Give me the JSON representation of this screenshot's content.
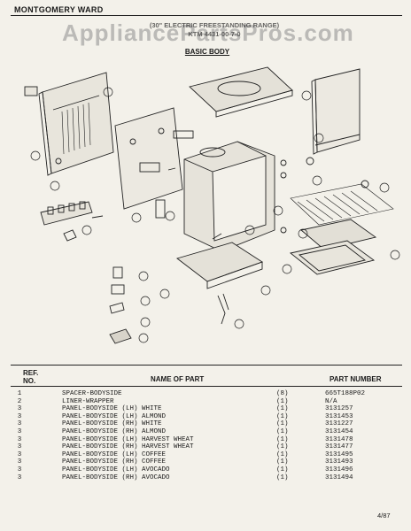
{
  "header": {
    "brand": "MONTGOMERY WARD",
    "watermark": "AppliancePartsPros.com",
    "subtitle_line1": "(30\" ELECTRIC FREESTANDING RANGE)",
    "subtitle_line2": "KTM 4431-00-7-0",
    "section_title": "BASIC BODY"
  },
  "table": {
    "col_ref_line1": "REF.",
    "col_ref_line2": "NO.",
    "col_name": "NAME OF PART",
    "col_part": "PART NUMBER",
    "rows": [
      {
        "ref": "1",
        "name": "SPACER-BODYSIDE",
        "qty": "(8)",
        "part": "665T188P02"
      },
      {
        "ref": "2",
        "name": "LINER-WRAPPER",
        "qty": "(1)",
        "part": "N/A"
      },
      {
        "ref": "3",
        "name": "PANEL-BODYSIDE (LH) WHITE",
        "qty": "(1)",
        "part": "3131257"
      },
      {
        "ref": "3",
        "name": "PANEL-BODYSIDE (LH) ALMOND",
        "qty": "(1)",
        "part": "3131453"
      },
      {
        "ref": "3",
        "name": "PANEL-BODYSIDE (RH) WHITE",
        "qty": "(1)",
        "part": "3131227"
      },
      {
        "ref": "3",
        "name": "PANEL-BODYSIDE (RH) ALMOND",
        "qty": "(1)",
        "part": "3131454"
      },
      {
        "ref": "3",
        "name": "PANEL-BODYSIDE (LH) HARVEST WHEAT",
        "qty": "(1)",
        "part": "3131478"
      },
      {
        "ref": "3",
        "name": "PANEL-BODYSIDE (RH) HARVEST WHEAT",
        "qty": "(1)",
        "part": "3131477"
      },
      {
        "ref": "3",
        "name": "PANEL-BODYSIDE (LH) COFFEE",
        "qty": "(1)",
        "part": "3131495"
      },
      {
        "ref": "3",
        "name": "PANEL-BODYSIDE (RH) COFFEE",
        "qty": "(1)",
        "part": "3131493"
      },
      {
        "ref": "3",
        "name": "PANEL-BODYSIDE (LH) AVOCADO",
        "qty": "(1)",
        "part": "3131496"
      },
      {
        "ref": "3",
        "name": "PANEL-BODYSIDE (RH) AVOCADO",
        "qty": "(1)",
        "part": "3131494"
      }
    ]
  },
  "footer": {
    "date": "4/87"
  },
  "colors": {
    "paper": "#f3f1ea",
    "ink": "#1a1a1a"
  }
}
